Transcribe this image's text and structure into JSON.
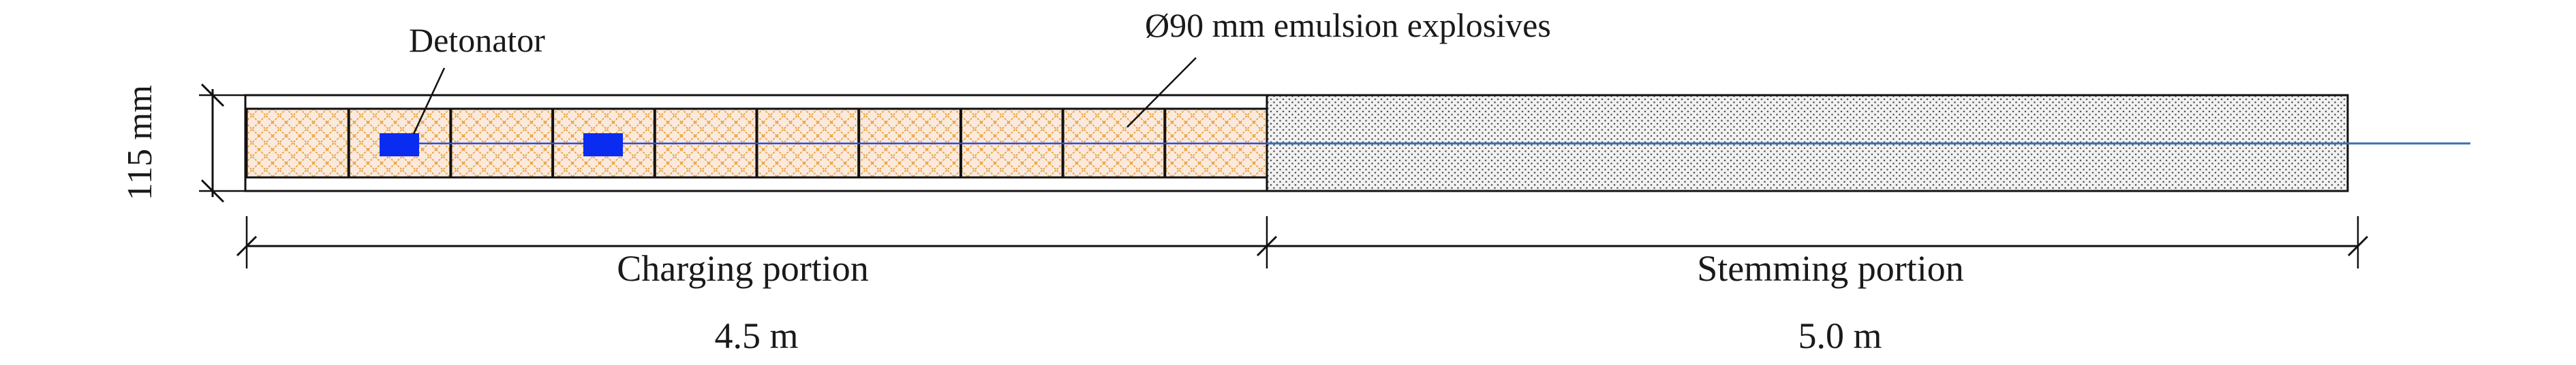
{
  "diagram": {
    "labels": {
      "detonator": "Detonator",
      "explosive": "Ø90 mm emulsion explosives",
      "diameter": "115 mm",
      "charging_portion": "Charging portion",
      "stemming_portion": "Stemming portion",
      "charging_length": "4.5 m",
      "stemming_length": "5.0 m"
    },
    "cartridge_count": 10,
    "detonator_count": 2,
    "colors": {
      "outline": "#111111",
      "explosive_hatch": "#e8a23c",
      "explosive_fill": "#fbe9dc",
      "detonator": "#0a2cf0",
      "detonating_line": "#2a4fe0",
      "fuse_line": "#3a6fb0",
      "stemming_dots": "#555555",
      "stemming_fill": "#f2f2f2"
    }
  }
}
